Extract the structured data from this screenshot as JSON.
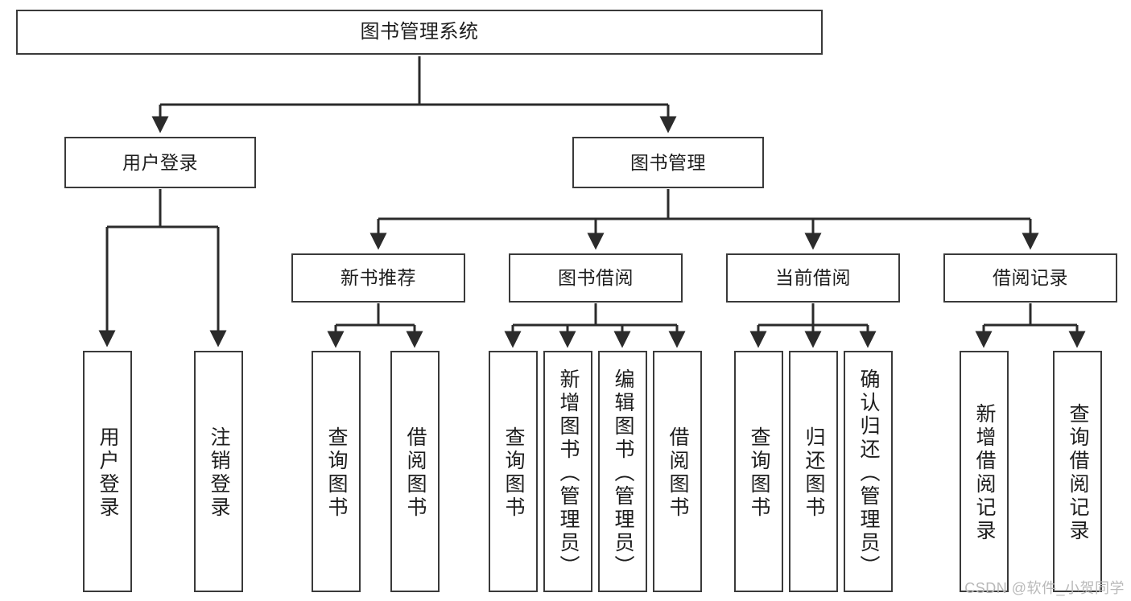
{
  "diagram": {
    "title": "图书管理系统",
    "type": "tree-hierarchy",
    "watermark": "CSDN @软件_小贺同学",
    "colors": {
      "box_border": "#3a3a3a",
      "box_fill": "#ffffff",
      "edge": "#2b2b2b",
      "text": "#1d1d1d",
      "watermark": "#b9b9b9",
      "background": "#ffffff"
    },
    "root": {
      "id": "root",
      "label": "图书管理系统"
    },
    "level2": [
      {
        "id": "user-login",
        "label": "用户登录"
      },
      {
        "id": "book-manage",
        "label": "图书管理"
      }
    ],
    "level3": [
      {
        "id": "new-book-recommend",
        "label": "新书推荐",
        "parent": "book-manage"
      },
      {
        "id": "book-borrow",
        "label": "图书借阅",
        "parent": "book-manage"
      },
      {
        "id": "current-borrow",
        "label": "当前借阅",
        "parent": "book-manage"
      },
      {
        "id": "borrow-record",
        "label": "借阅记录",
        "parent": "book-manage"
      }
    ],
    "leaves": {
      "user-login": [
        {
          "id": "leaf-user-login",
          "label": "用户登录"
        },
        {
          "id": "leaf-logout-login",
          "label": "注销登录"
        }
      ],
      "new-book-recommend": [
        {
          "id": "leaf-query-book-1",
          "label": "查询图书"
        },
        {
          "id": "leaf-borrow-book-1",
          "label": "借阅图书"
        }
      ],
      "book-borrow": [
        {
          "id": "leaf-query-book-2",
          "label": "查询图书"
        },
        {
          "id": "leaf-add-book",
          "label": "新增图书（管理员）"
        },
        {
          "id": "leaf-edit-book",
          "label": "编辑图书（管理员）"
        },
        {
          "id": "leaf-borrow-book-2",
          "label": "借阅图书"
        }
      ],
      "current-borrow": [
        {
          "id": "leaf-query-book-3",
          "label": "查询图书"
        },
        {
          "id": "leaf-return-book",
          "label": "归还图书"
        },
        {
          "id": "leaf-confirm-return",
          "label": "确认归还（管理员）"
        }
      ],
      "borrow-record": [
        {
          "id": "leaf-add-record",
          "label": "新增借阅记录"
        },
        {
          "id": "leaf-query-record",
          "label": "查询借阅记录"
        }
      ]
    }
  }
}
